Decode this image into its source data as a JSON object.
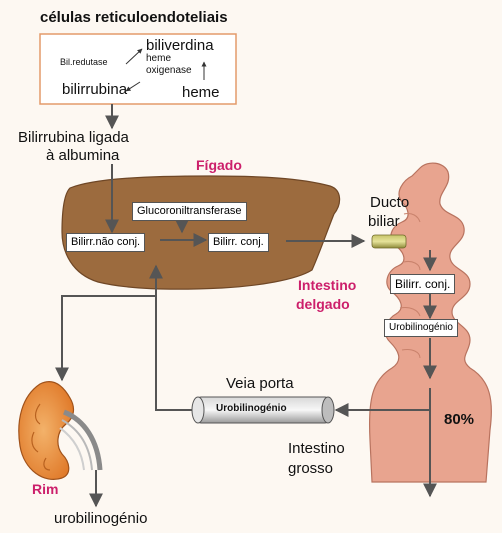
{
  "title": "células reticuloendoteliais",
  "heme_box": {
    "biliverdina": "biliverdina",
    "bil_redutase": "Bil.redutase",
    "heme_oxigenase_1": "heme",
    "heme_oxigenase_2": "oxigenase",
    "bilirrubina": "bilirrubina",
    "heme": "heme"
  },
  "bilirrubina_ligada": [
    "Bilirrubina ligada",
    "à albumina"
  ],
  "figado": "Fígado",
  "enzyme": "Glucoroniltransferase",
  "bilirr_nao_conj": "Bilirr.não conj.",
  "bilirr_conj": "Bilirr. conj.",
  "ducto_biliar": [
    "Ducto",
    "biliar"
  ],
  "intestino_delgado": [
    "Intestino",
    "delgado"
  ],
  "intestino_bilirr_conj": "Bilirr. conj.",
  "urobilinogenio_intestino": "Urobilinogénio",
  "veia_porta": "Veia porta",
  "urobilinogenio_vein": "Urobilinogénio",
  "percent": "80%",
  "intestino_grosso": [
    "Intestino",
    "grosso"
  ],
  "rim": "Rim",
  "urobilinogenio_urina": "urobilinogénio",
  "colors": {
    "liver": "#9c6b3e",
    "intestine": "#e8a48f",
    "kidney": "#e07a2a",
    "label_accent": "#cc1f6b",
    "arrow": "#555555"
  }
}
